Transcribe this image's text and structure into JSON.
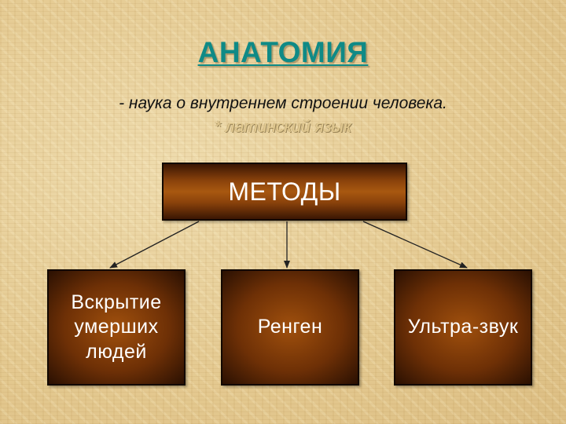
{
  "slide": {
    "title": "АНАТОМИЯ",
    "definition": "- наука о внутреннем строении человека.",
    "latin_note": "* латинский язык"
  },
  "diagram": {
    "root": {
      "label": "МЕТОДЫ"
    },
    "children": [
      {
        "label": "Вскрытие умерших людей"
      },
      {
        "label": "Ренген"
      },
      {
        "label": "Ультра-звук"
      }
    ]
  },
  "colors": {
    "title": "#0f8a86",
    "background": "#e7cf98",
    "box_fill": "#8a420b",
    "box_text": "#ffffff",
    "connector": "#222222"
  }
}
